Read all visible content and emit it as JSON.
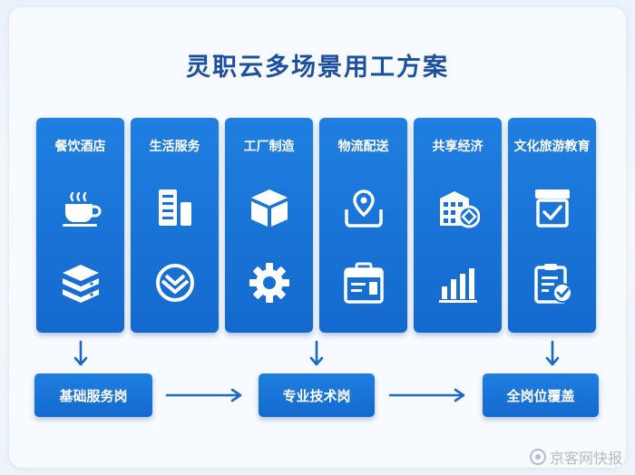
{
  "title": "灵职云多场景用工方案",
  "scenarios": [
    {
      "label": "餐饮酒店",
      "icon_top": "coffee-cup-icon",
      "icon_bottom": "server-stack-icon"
    },
    {
      "label": "生活服务",
      "icon_top": "building-icon",
      "icon_bottom": "download-circle-icon"
    },
    {
      "label": "工厂制造",
      "icon_top": "box-icon",
      "icon_bottom": "gear-icon"
    },
    {
      "label": "物流配送",
      "icon_top": "location-tray-icon",
      "icon_bottom": "id-badge-icon"
    },
    {
      "label": "共享经济",
      "icon_top": "shared-building-icon",
      "icon_bottom": "bar-chart-icon"
    },
    {
      "label": "文化旅游教育",
      "icon_top": "checklist-icon",
      "icon_bottom": "clipboard-check-icon"
    }
  ],
  "stages": [
    "基础服务岗",
    "专业技术岗",
    "全岗位覆盖"
  ],
  "watermark": "京客网快报",
  "colors": {
    "title": "#1b4fa0",
    "card": "#1a75d9",
    "arrow": "#1a68c8",
    "text_on_card": "#ffffff"
  }
}
